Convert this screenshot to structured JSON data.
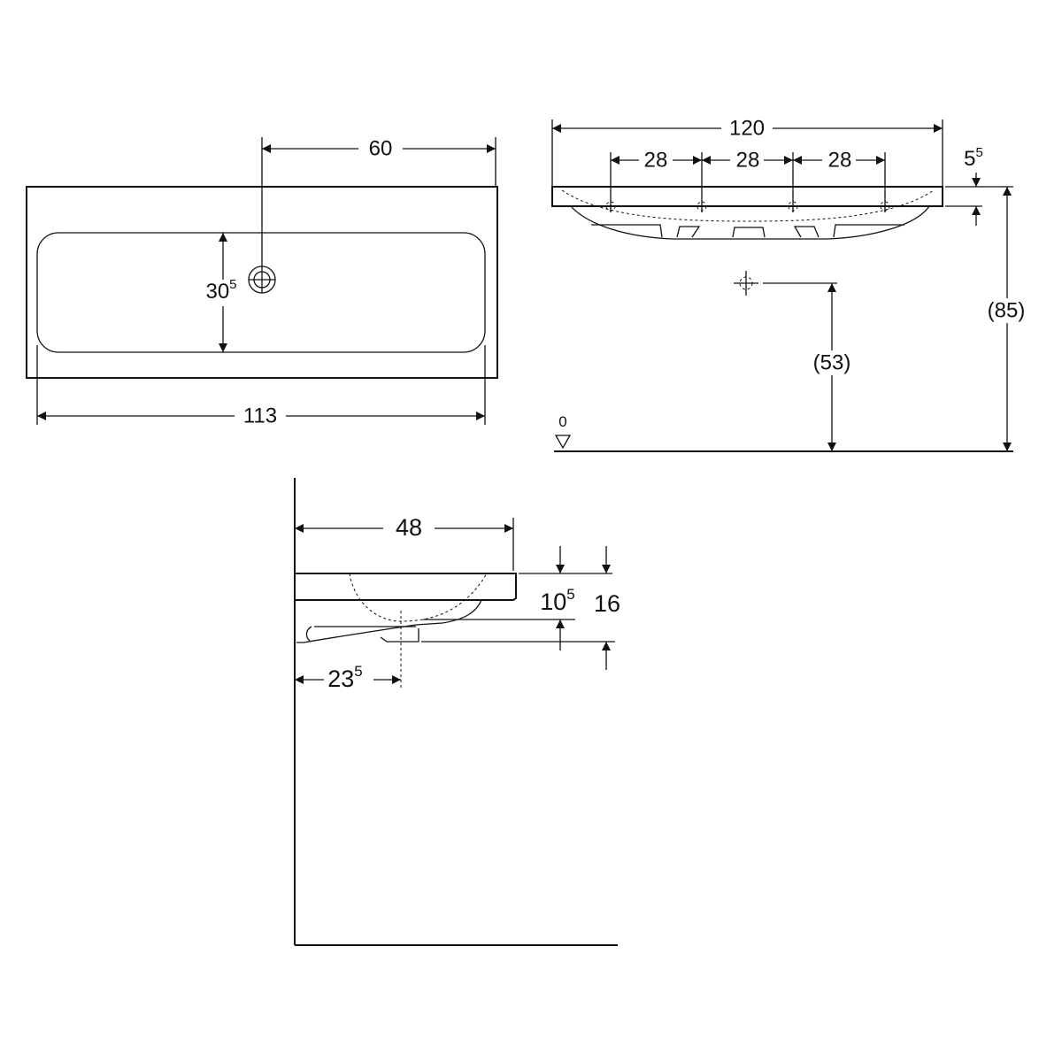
{
  "top_view": {
    "width_label": "113",
    "drain_offset_label": "60",
    "bowl_depth_main": "30",
    "bowl_depth_sup": "5"
  },
  "front_view": {
    "overall_width_label": "120",
    "hole_spacing_labels": [
      "28",
      "28",
      "28"
    ],
    "rim_thickness_main": "5",
    "rim_thickness_sup": "5",
    "drain_height_label": "(53)",
    "rim_height_label": "(85)",
    "floor_level_label": "0"
  },
  "side_view": {
    "projection_label": "48",
    "bowl_height_main": "10",
    "bowl_height_sup": "5",
    "total_height_label": "16",
    "drain_distance_main": "23",
    "drain_distance_sup": "5"
  }
}
